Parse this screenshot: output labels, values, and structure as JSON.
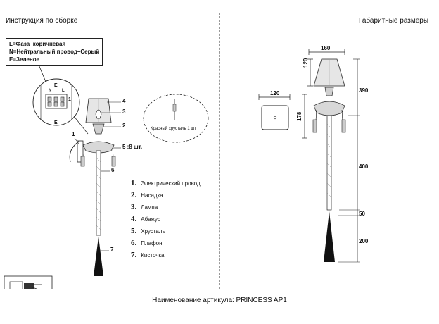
{
  "header": {
    "left_title": "Инструкция по сборке",
    "right_title": "Габаритные размеры"
  },
  "wiring_legend": {
    "line_l": "L=Фаза–коричневая",
    "line_n": "N=Нейтральный провод–Серый",
    "line_e": "E=Зеленое"
  },
  "terminal_labels": {
    "e_top": "E",
    "e_bottom": "E",
    "l": "L",
    "n": "N",
    "one": "1"
  },
  "callouts": {
    "c1": "1",
    "c2": "2",
    "c3": "3",
    "c4": "4",
    "c5": "5 :8 шт.",
    "c6": "6",
    "c7": "7"
  },
  "crystal_note": "Красный хрусталь 1 шт",
  "parts": [
    {
      "num": "1.",
      "label": "Электрический провод"
    },
    {
      "num": "2.",
      "label": "Насадка"
    },
    {
      "num": "3.",
      "label": "Лампа"
    },
    {
      "num": "4.",
      "label": "Абажур"
    },
    {
      "num": "5.",
      "label": "Хрусталь"
    },
    {
      "num": "6.",
      "label": "Плафон"
    },
    {
      "num": "7.",
      "label": "Кисточка"
    }
  ],
  "dimensions": {
    "width_160": "160",
    "width_120": "120",
    "shade_120": "120",
    "arm_178": "178",
    "h_390": "390",
    "h_400": "400",
    "h_50": "50",
    "h_200": "200"
  },
  "footer": "Наименование артикула: PRINCESS AP1",
  "colors": {
    "line": "#222222",
    "shade_fill": "#e6e6e6",
    "tassel": "#111111"
  }
}
